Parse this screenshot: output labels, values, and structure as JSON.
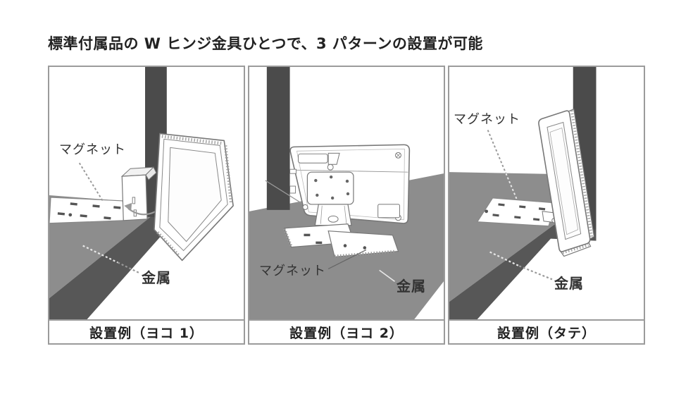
{
  "title": "標準付属品の W ヒンジ金具ひとつで、3 パターンの設置が可能",
  "panels": [
    {
      "id": "yoko1",
      "caption": "設置例（ヨコ 1）",
      "labels": {
        "magnet": "マグネット",
        "metal": "金属"
      }
    },
    {
      "id": "yoko2",
      "caption": "設置例（ヨコ 2）",
      "labels": {
        "magnet": "マグネット",
        "metal": "金属"
      }
    },
    {
      "id": "tate",
      "caption": "設置例（タテ）",
      "labels": {
        "magnet": "マグネット",
        "metal": "金属"
      }
    }
  ],
  "colors": {
    "surface_gray": "#8d8d8d",
    "shelf_edge_dark": "#575757",
    "pole_dark": "#4b4b4b",
    "line_art": "#777777",
    "panel_border": "#9b9b9b",
    "text_dark": "#333333"
  }
}
